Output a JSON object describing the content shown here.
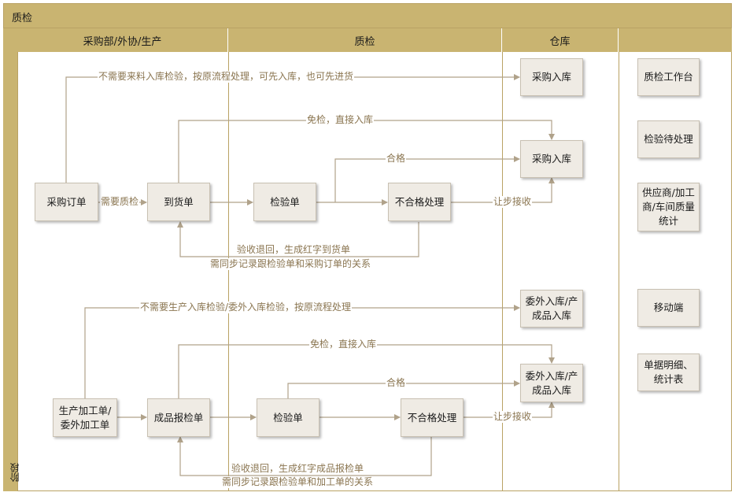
{
  "title": "质检",
  "stage_label": "阶段",
  "lanes": [
    "采购部/外协/生产",
    "质检",
    "仓库",
    ""
  ],
  "nodes": {
    "po_order": "采购订单",
    "arrival": "到货单",
    "inspect_1": "检验单",
    "reject_1": "不合格处理",
    "stock_in_top": "采购入库",
    "stock_in_mid": "采购入库",
    "prod_order_l1": "生产加工单/",
    "prod_order_l2": "委外加工单",
    "finished_report": "成品报检单",
    "inspect_2": "检验单",
    "reject_2": "不合格处理",
    "out_in_top_l1": "委外入库/产",
    "out_in_top_l2": "成品入库",
    "out_in_mid_l1": "委外入库/产",
    "out_in_mid_l2": "成品入库"
  },
  "side_items": {
    "workbench": "质检工作台",
    "pending": "检验待处理",
    "stats_l1": "供应商/加工",
    "stats_l2": "商/车间质量",
    "stats_l3": "统计",
    "mobile": "移动端",
    "detail_l1": "单据明细、",
    "detail_l2": "统计表"
  },
  "edge_labels": {
    "no_inspect_purchase": "不需要来料入库检验，按原流程处理，可先入库，也可先进货",
    "exempt_1": "免检，直接入库",
    "pass_1": "合格",
    "need_inspect": "需要质检",
    "concession_1": "让步接收",
    "return_1_l1": "验收退回，生成红字到货单",
    "return_1_l2": "需同步记录跟检验单和采购订单的关系",
    "no_inspect_prod": "不需要生产入库检验/委外入库检验，按原流程处理",
    "exempt_2": "免检，直接入库",
    "pass_2": "合格",
    "concession_2": "让步接收",
    "return_2_l1": "验收退回，生成红字成品报检单",
    "return_2_l2": "需同步记录跟检验单和加工单的关系"
  },
  "colors": {
    "header": "#c9b471",
    "border": "#b9a264",
    "arrow": "#b0a28a",
    "label": "#8a7550",
    "box": "#efebe4"
  }
}
